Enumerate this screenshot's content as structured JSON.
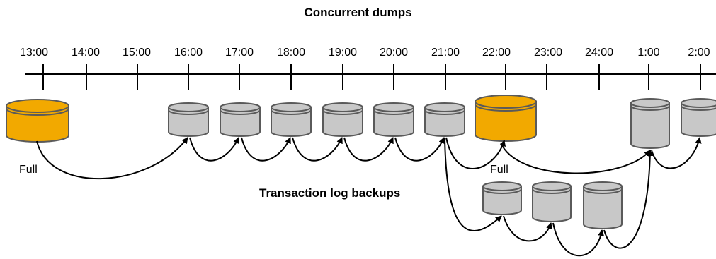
{
  "title": "Concurrent dumps",
  "timeline": {
    "ticks": [
      "13:00",
      "14:00",
      "15:00",
      "16:00",
      "17:00",
      "18:00",
      "19:00",
      "20:00",
      "21:00",
      "22:00",
      "23:00",
      "24:00",
      "1:00",
      "2:00"
    ]
  },
  "labels": {
    "full_1": "Full",
    "full_2": "Full",
    "transaction_log_backups": "Transaction log backups"
  },
  "colors": {
    "full_fill": "#F2A900",
    "incremental_fill": "#C8C8C8",
    "outline": "#5A5A5A"
  }
}
